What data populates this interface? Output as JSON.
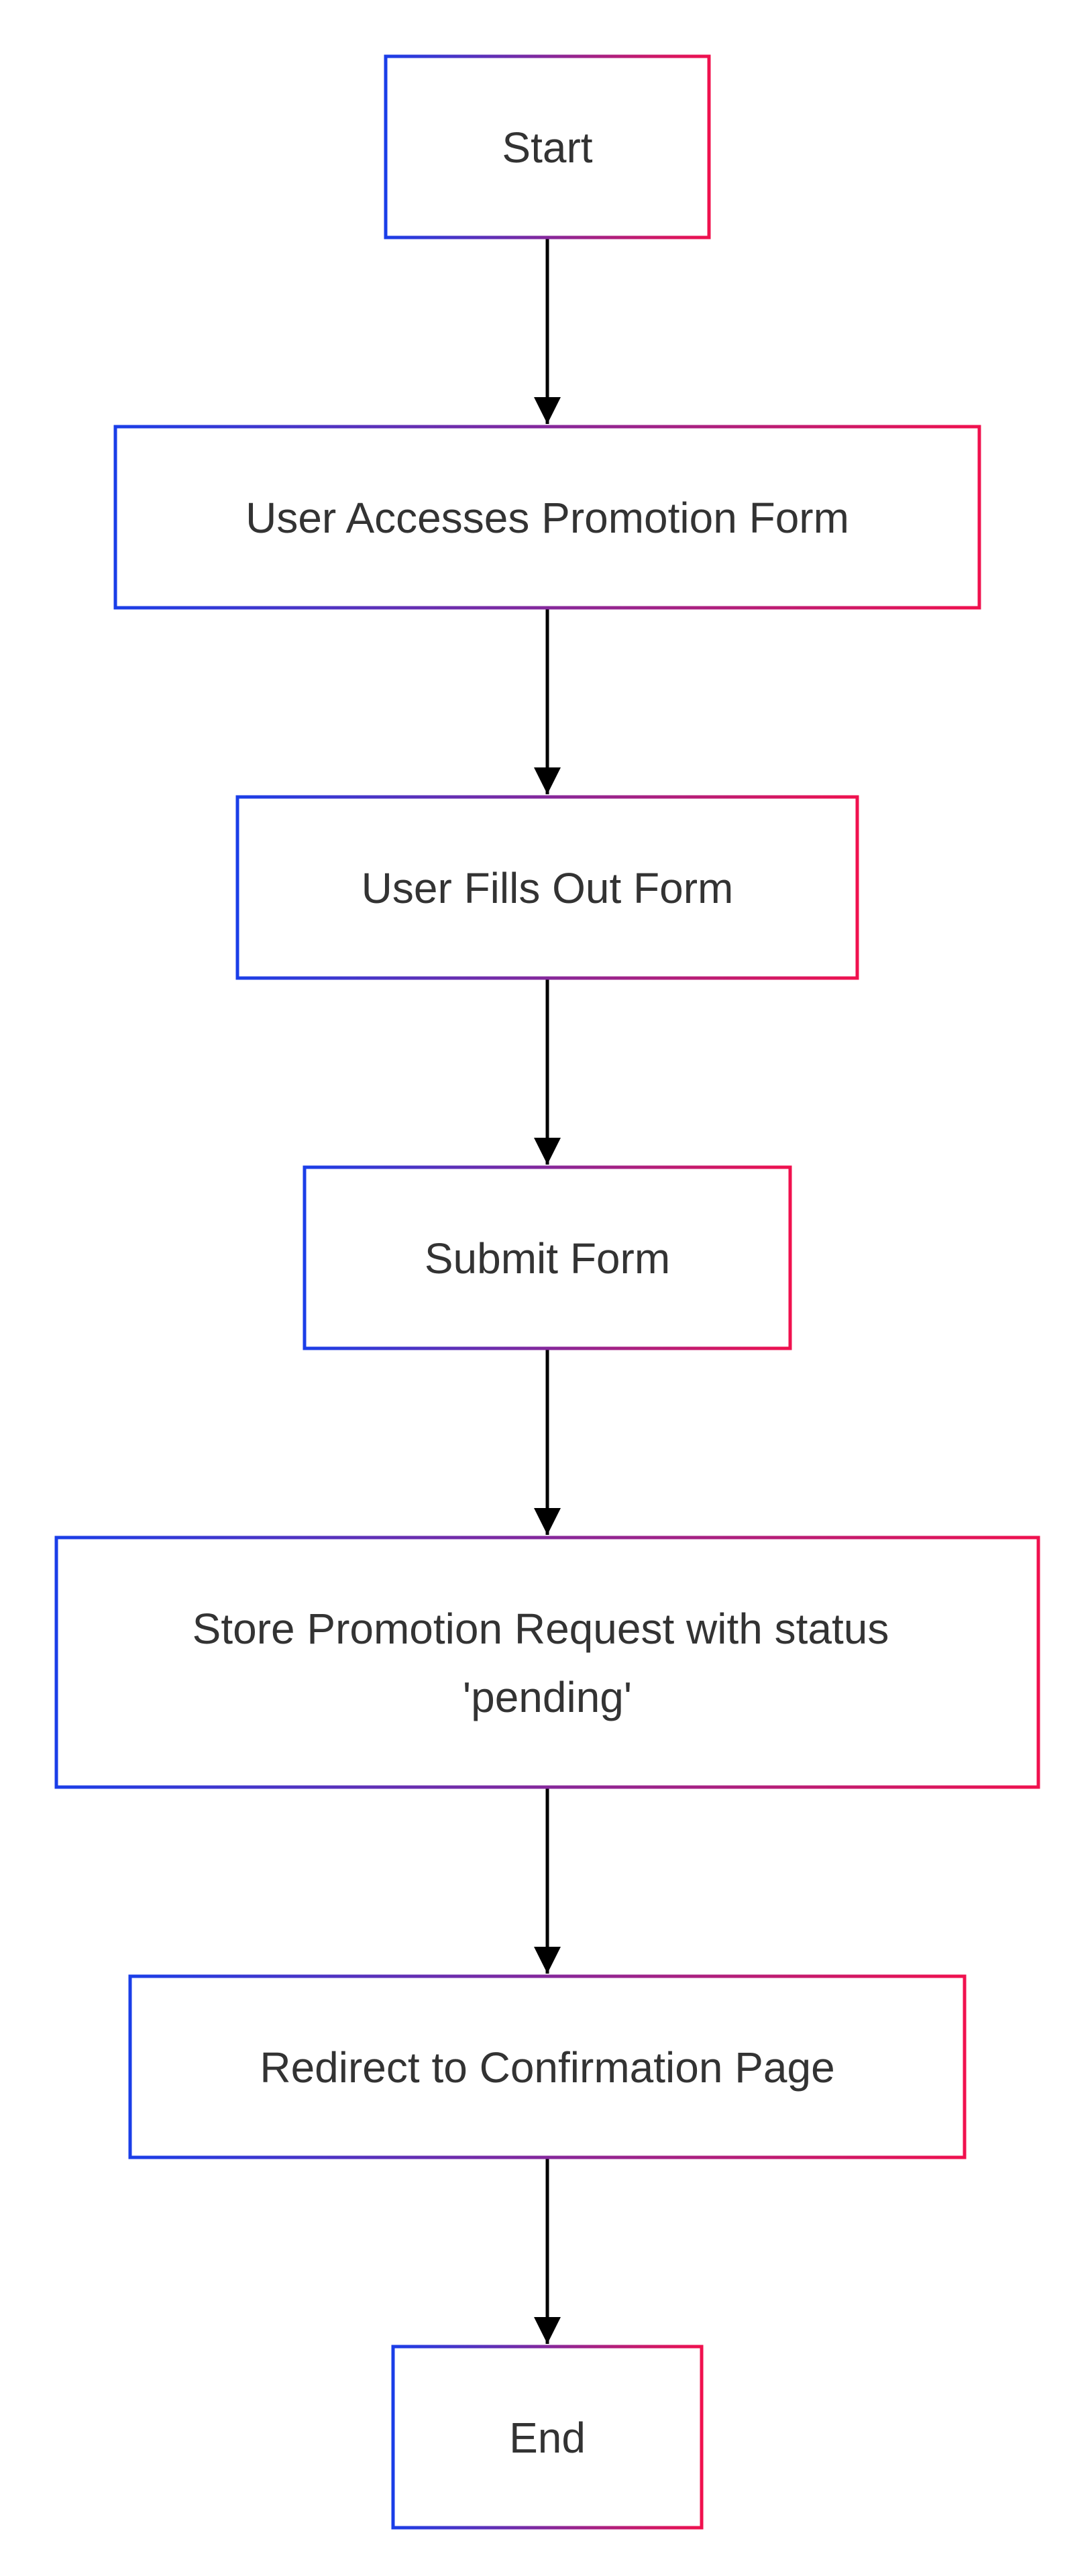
{
  "diagram": {
    "type": "flowchart",
    "direction": "top-to-bottom",
    "colors": {
      "background": "#ffffff",
      "border_gradient_start": "#1a3ee8",
      "border_gradient_end": "#f0114e",
      "arrow": "#000000",
      "text": "#333333"
    },
    "nodes": [
      {
        "id": "start",
        "lines": [
          "Start"
        ]
      },
      {
        "id": "access",
        "lines": [
          "User Accesses Promotion Form"
        ]
      },
      {
        "id": "fill",
        "lines": [
          "User Fills Out Form"
        ]
      },
      {
        "id": "submit",
        "lines": [
          "Submit Form"
        ]
      },
      {
        "id": "store",
        "lines": [
          "Store Promotion Request with status",
          "'pending'"
        ]
      },
      {
        "id": "redirect",
        "lines": [
          "Redirect to Confirmation Page"
        ]
      },
      {
        "id": "end",
        "lines": [
          "End"
        ]
      }
    ],
    "edges": [
      {
        "from": "start",
        "to": "access"
      },
      {
        "from": "access",
        "to": "fill"
      },
      {
        "from": "fill",
        "to": "submit"
      },
      {
        "from": "submit",
        "to": "store"
      },
      {
        "from": "store",
        "to": "redirect"
      },
      {
        "from": "redirect",
        "to": "end"
      }
    ]
  }
}
